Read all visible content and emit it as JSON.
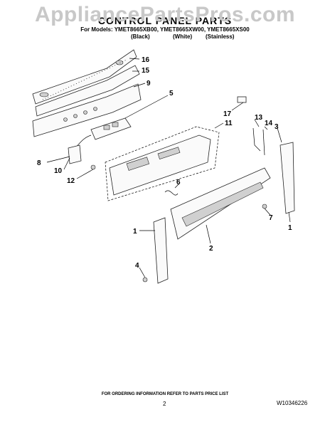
{
  "watermark": "AppliancePartsPros.com",
  "header": {
    "title": "CONTROL PANEL PARTS",
    "models": "For Models: YMET8665XB00, YMET8665XW00, YMET8665XS00",
    "finishes": [
      "(Black)",
      "(White)",
      "(Stainless)"
    ]
  },
  "callouts": {
    "c16": "16",
    "c15": "15",
    "c9": "9",
    "c5": "5",
    "c17": "17",
    "c11": "11",
    "c13": "13",
    "c14": "14",
    "c3": "3",
    "c8": "8",
    "c10": "10",
    "c12": "12",
    "c6": "6",
    "c7": "7",
    "c1a": "1",
    "c1b": "1",
    "c2": "2",
    "c4": "4"
  },
  "footer": {
    "note": "FOR ORDERING INFORMATION REFER TO PARTS PRICE LIST",
    "page": "2",
    "doc_number": "W10346226"
  }
}
